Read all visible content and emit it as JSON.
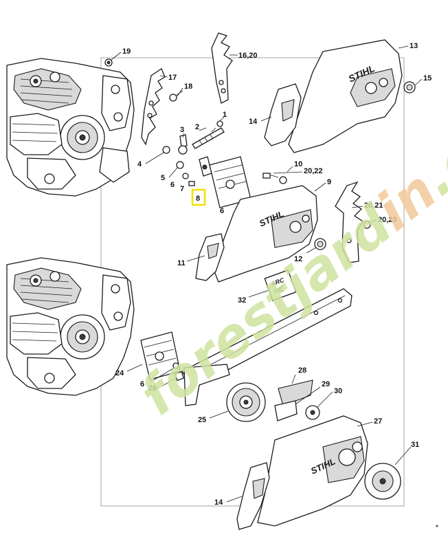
{
  "diagram": {
    "callouts": [
      {
        "id": "c19",
        "label": "19"
      },
      {
        "id": "c1620",
        "label": "16,20"
      },
      {
        "id": "c13",
        "label": "13"
      },
      {
        "id": "c17",
        "label": "17"
      },
      {
        "id": "c18",
        "label": "18"
      },
      {
        "id": "c15",
        "label": "15"
      },
      {
        "id": "c14a",
        "label": "14"
      },
      {
        "id": "c1",
        "label": "1"
      },
      {
        "id": "c3",
        "label": "3"
      },
      {
        "id": "c2",
        "label": "2"
      },
      {
        "id": "c4",
        "label": "4"
      },
      {
        "id": "c10",
        "label": "10"
      },
      {
        "id": "c2022a",
        "label": "20,22"
      },
      {
        "id": "c5",
        "label": "5"
      },
      {
        "id": "c6a",
        "label": "6"
      },
      {
        "id": "c7",
        "label": "7"
      },
      {
        "id": "c9",
        "label": "9"
      },
      {
        "id": "c8",
        "label": "8"
      },
      {
        "id": "c6b",
        "label": "6"
      },
      {
        "id": "c2021",
        "label": "20,21"
      },
      {
        "id": "c2023",
        "label": "20,23"
      },
      {
        "id": "c11",
        "label": "11"
      },
      {
        "id": "c12",
        "label": "12"
      },
      {
        "id": "c32",
        "label": "32"
      },
      {
        "id": "c24",
        "label": "24"
      },
      {
        "id": "c6c",
        "label": "6"
      },
      {
        "id": "c26",
        "label": "26"
      },
      {
        "id": "c28",
        "label": "28"
      },
      {
        "id": "c29",
        "label": "29"
      },
      {
        "id": "c30",
        "label": "30"
      },
      {
        "id": "c25",
        "label": "25"
      },
      {
        "id": "c27",
        "label": "27"
      },
      {
        "id": "c31",
        "label": "31"
      },
      {
        "id": "c14b",
        "label": "14"
      }
    ],
    "highlighted_callout": "8",
    "highlight_color": "#f2e200",
    "brand_labels": {
      "sprocket_cover_top": "STIHL",
      "sprocket_cover_mid": "STIHL",
      "sprocket_cover_bottom": "STIHL",
      "decal_line1": "ARC",
      "decal_line2": "TIC"
    },
    "watermark": {
      "text_green": "forestjard",
      "text_orange": "in",
      "text_green2": ".com",
      "color_green": "#cfe3a0",
      "color_orange": "#f3c89a"
    }
  }
}
